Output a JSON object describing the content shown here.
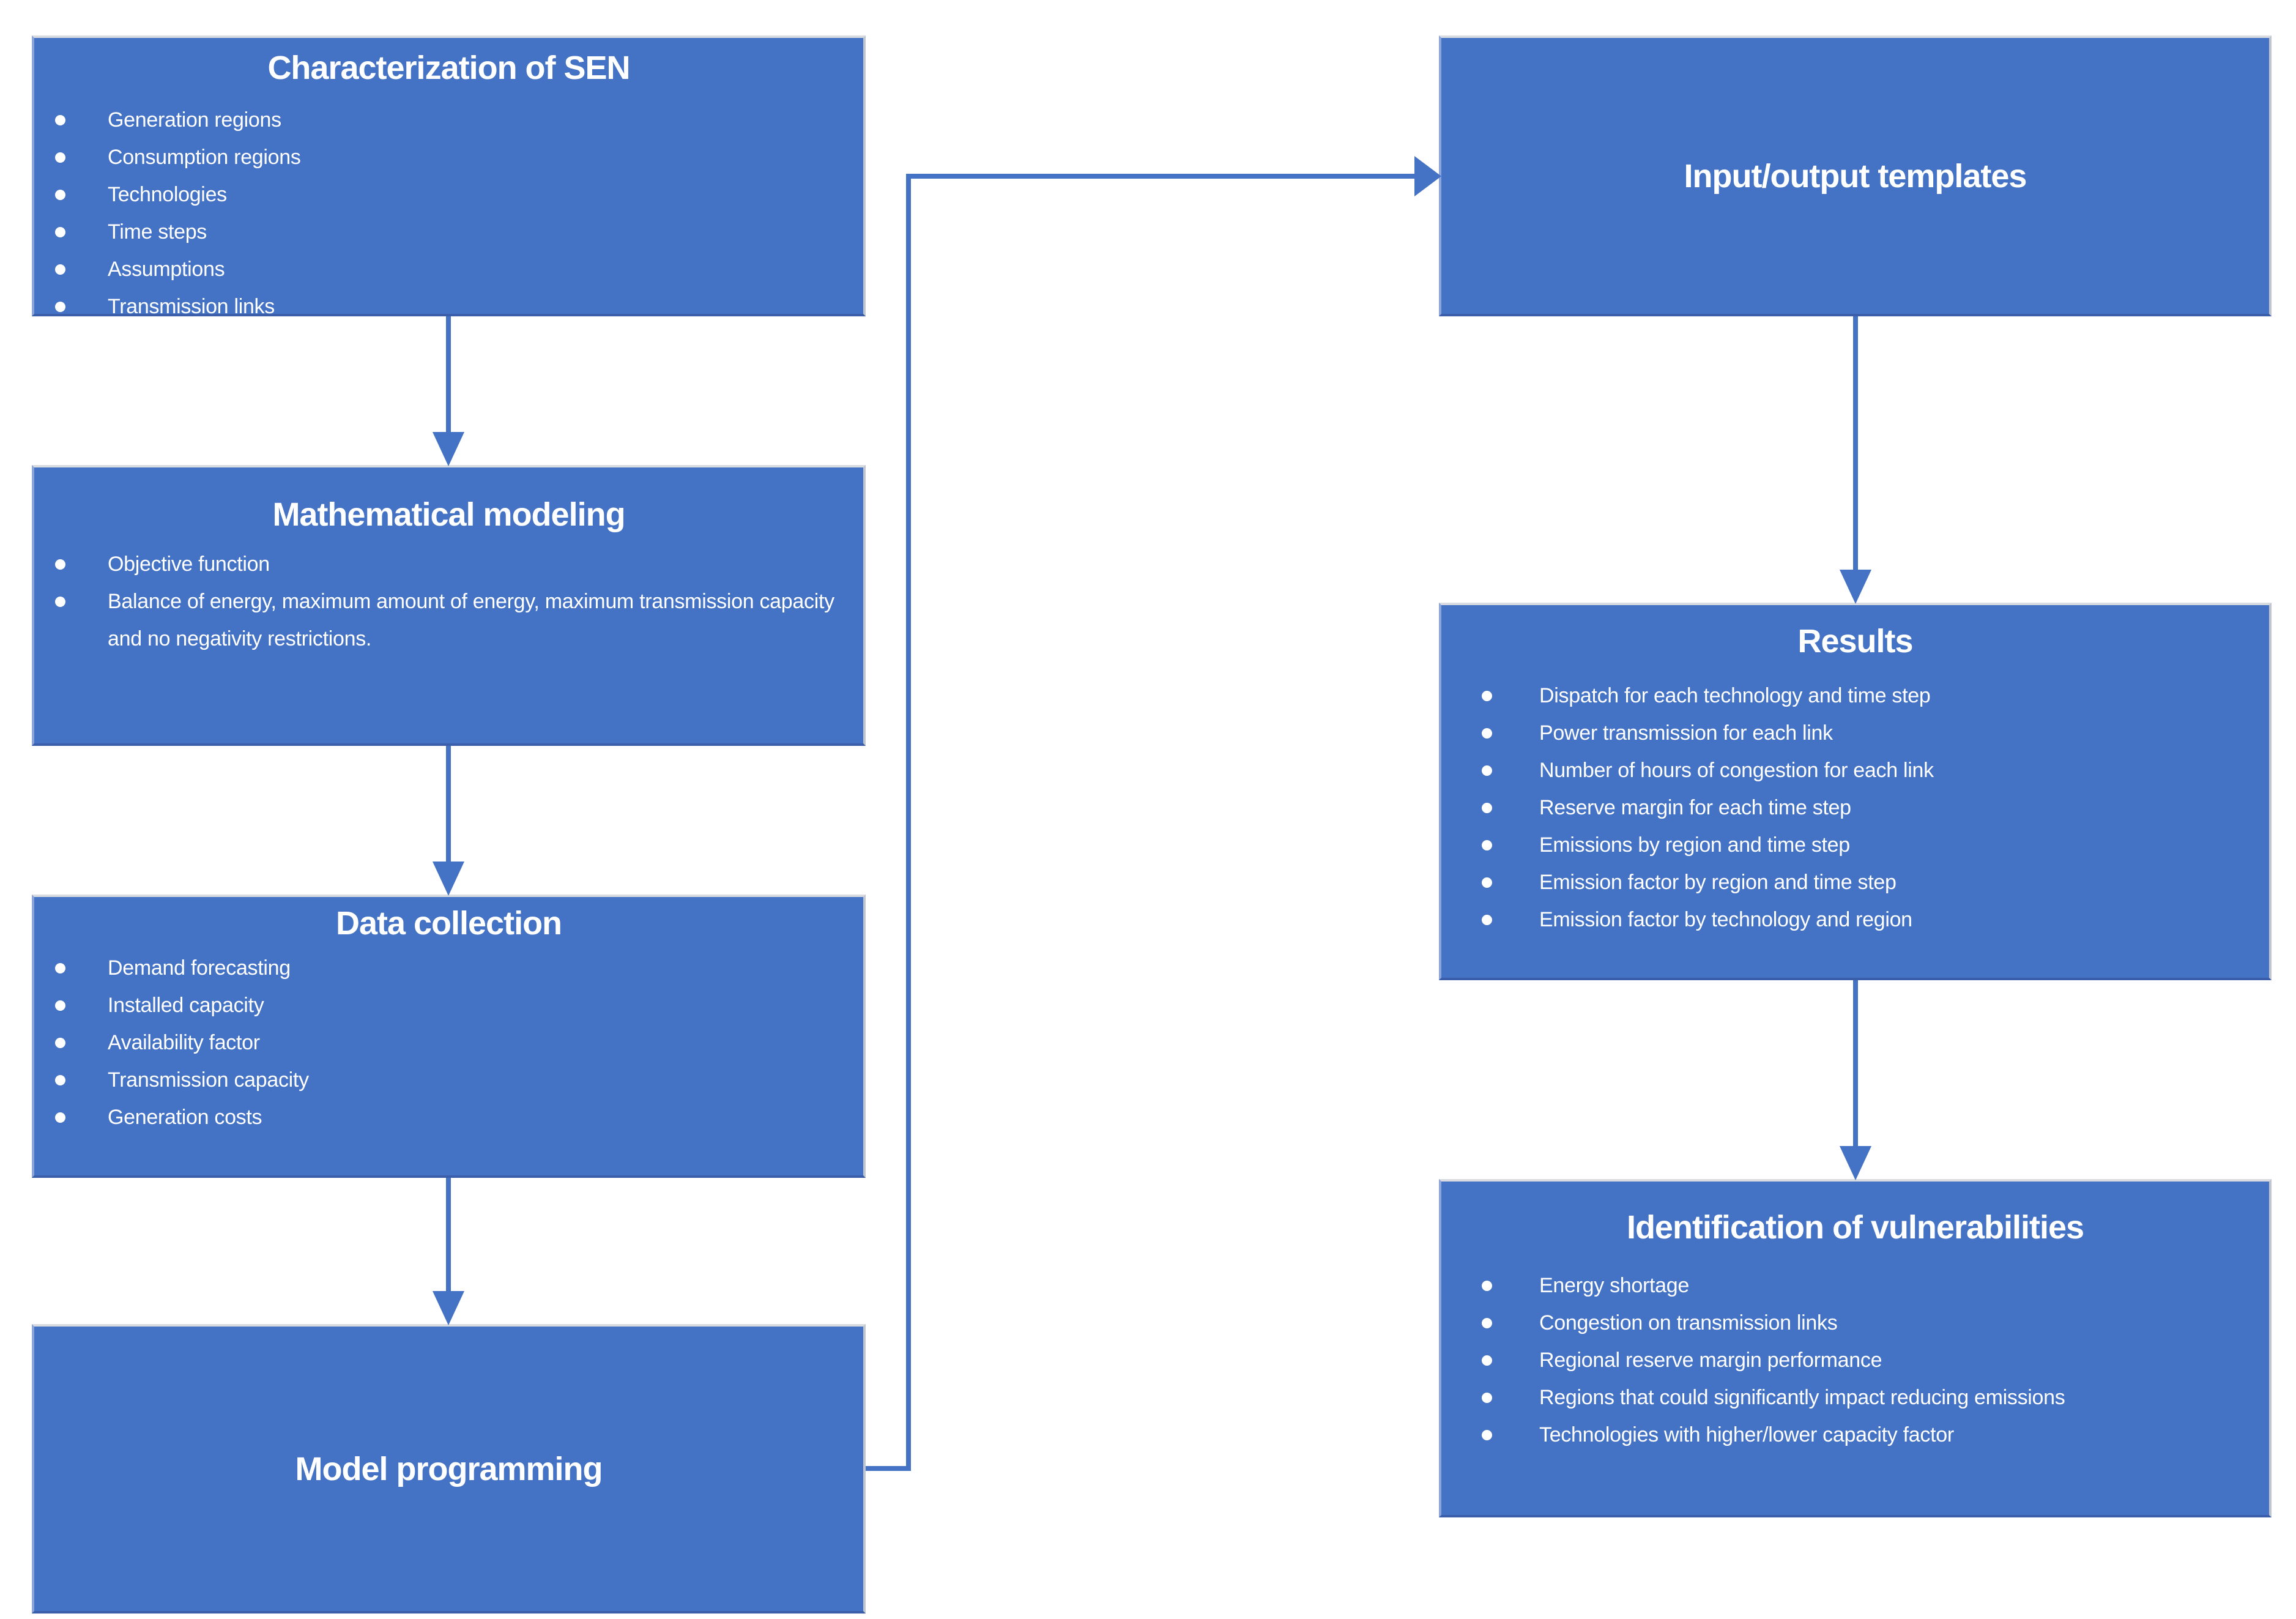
{
  "diagram": {
    "colors": {
      "box_fill": "#4472c4",
      "arrow": "#4472c4",
      "text": "#ffffff",
      "background": "#ffffff"
    },
    "boxes": {
      "characterization": {
        "title": "Characterization of SEN",
        "bullets": [
          "Generation regions",
          "Consumption regions",
          "Technologies",
          "Time steps",
          "Assumptions",
          "Transmission links"
        ]
      },
      "mathematical": {
        "title": "Mathematical modeling",
        "bullets": [
          "Objective function",
          "Balance of energy, maximum amount of energy, maximum transmission capacity and no negativity restrictions."
        ]
      },
      "data_collection": {
        "title": "Data collection",
        "bullets": [
          "Demand forecasting",
          "Installed capacity",
          "Availability factor",
          "Transmission capacity",
          "Generation costs"
        ]
      },
      "model_programming": {
        "title": "Model programming"
      },
      "io_templates": {
        "title": "Input/output templates"
      },
      "results": {
        "title": "Results",
        "bullets": [
          "Dispatch for each technology and time step",
          "Power transmission for each link",
          "Number of hours of congestion for each link",
          "Reserve margin for each time step",
          "Emissions by region and time step",
          "Emission factor by region and time step",
          "Emission factor by technology and region"
        ]
      },
      "vulnerabilities": {
        "title": "Identification of vulnerabilities",
        "bullets": [
          "Energy shortage",
          "Congestion on transmission links",
          "Regional reserve margin performance",
          "Regions that could significantly impact reducing emissions",
          "Technologies with higher/lower capacity factor"
        ]
      }
    },
    "connections": [
      {
        "from": "Characterization of SEN",
        "to": "Mathematical modeling"
      },
      {
        "from": "Mathematical modeling",
        "to": "Data collection"
      },
      {
        "from": "Data collection",
        "to": "Model programming"
      },
      {
        "from": "Model programming",
        "to": "Input/output templates"
      },
      {
        "from": "Input/output templates",
        "to": "Results"
      },
      {
        "from": "Results",
        "to": "Identification of vulnerabilities"
      }
    ]
  }
}
